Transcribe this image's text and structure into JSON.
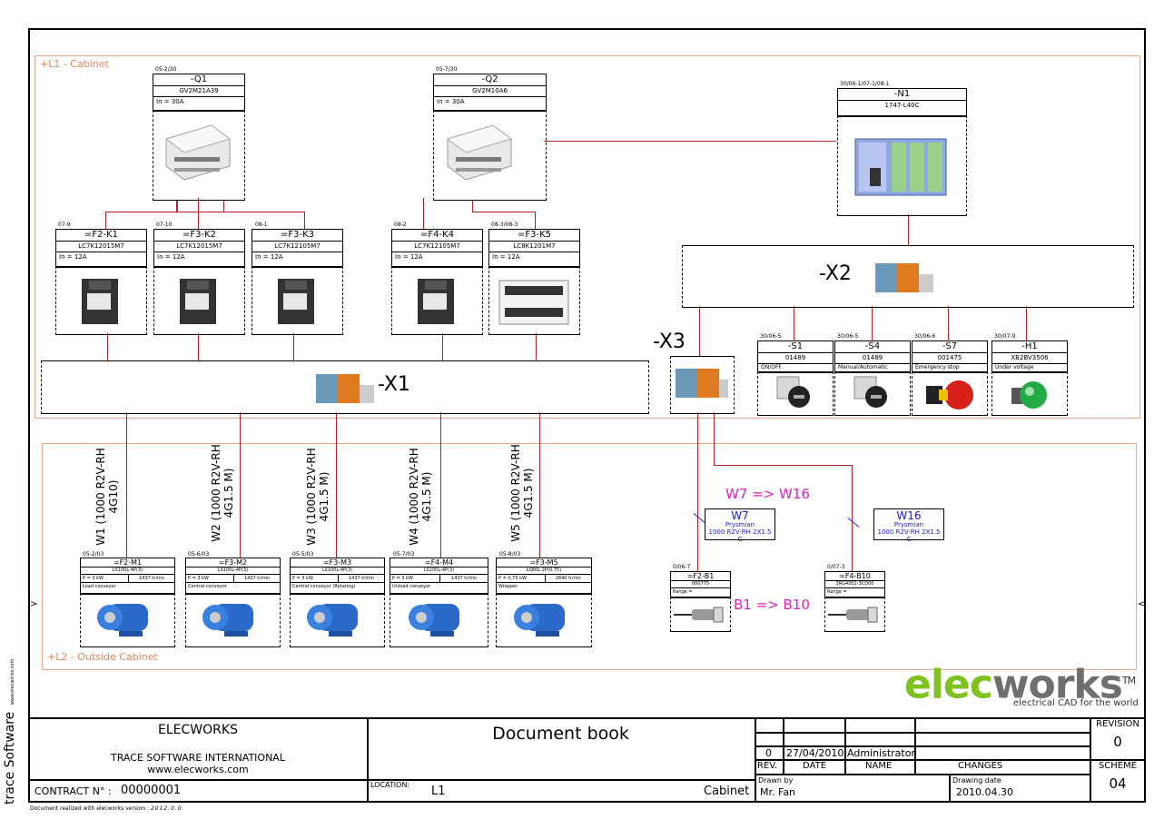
{
  "zones": {
    "cabinet": "+L1 - Cabinet",
    "outside": "+L2 - Outside Cabinet"
  },
  "breakers": [
    {
      "ref": "05-2/30",
      "tag": "-Q1",
      "model": "GV2M21A39",
      "rating": "In = 30A"
    },
    {
      "ref": "05-7/30",
      "tag": "-Q2",
      "model": "GV2M10A6",
      "rating": "In = 30A"
    }
  ],
  "plc": {
    "ref": "30/06-1/07-1/08-1",
    "tag": "-N1",
    "model": "1747-L40C"
  },
  "contactors": [
    {
      "ref": "07-9",
      "tag": "=F2-K1",
      "model": "LC7K12015M7",
      "rating": "In  =  12A"
    },
    {
      "ref": "07-10",
      "tag": "=F3-K2",
      "model": "LC7K12015M7",
      "rating": "In  =  12A"
    },
    {
      "ref": "08-1",
      "tag": "=F3-K3",
      "model": "LC7K12105M7",
      "rating": "In  =  12A"
    },
    {
      "ref": "08-2",
      "tag": "=F4-K4",
      "model": "LC7K12105M7",
      "rating": "In  =  12A"
    },
    {
      "ref": "08-3/08-3",
      "tag": "=F3-K5",
      "model": "LC8K1201M7",
      "rating": "In  =  12A"
    }
  ],
  "terminals": {
    "x1": "-X1",
    "x2": "-X2",
    "x3": "-X3"
  },
  "switches": [
    {
      "ref": "30/06-5",
      "tag": "-S1",
      "model": "01489",
      "desc": "ON/OFF",
      "icon": "selector-switch-icon"
    },
    {
      "ref": "30/06-5",
      "tag": "-S4",
      "model": "01489",
      "desc": "Manual/Automatic",
      "icon": "selector-switch-icon"
    },
    {
      "ref": "30/06-6",
      "tag": "-S7",
      "model": "001475",
      "desc": "Emergency stop",
      "icon": "emergency-stop-icon"
    },
    {
      "ref": "30/07-9",
      "tag": "-H1",
      "model": "XB2BV3506",
      "desc": "Under voltage",
      "icon": "pilot-light-icon"
    }
  ],
  "cables": [
    {
      "line1": "W1 (1000 R2V-RH",
      "line2": "4G10)"
    },
    {
      "line1": "W2 (1000 R2V-RH",
      "line2": "4G1.5 M)"
    },
    {
      "line1": "W3 (1000 R2V-RH",
      "line2": "4G1.5 M)"
    },
    {
      "line1": "W4 (1000 R2V-RH",
      "line2": "4G1.5 M)"
    },
    {
      "line1": "W5 (1000 R2V-RH",
      "line2": "4G1.5 M)"
    }
  ],
  "motors": [
    {
      "ref": "05-2/03",
      "tag": "=F2-M1",
      "model": "LS100L-4P(3)",
      "power": "P =   3 kW",
      "speed": "1437 tr/mn",
      "desc": "Load conveyor"
    },
    {
      "ref": "05-6/03",
      "tag": "=F3-M2",
      "model": "LS100L-4P(3)",
      "power": "P =   3 kW",
      "speed": "1437 tr/mn",
      "desc": "Central conveyor"
    },
    {
      "ref": "05-5/03",
      "tag": "=F3-M3",
      "model": "LS100L-4P(3)",
      "power": "P =   3 kW",
      "speed": "1437 tr/mn",
      "desc": "Central conveyor (Rotating)"
    },
    {
      "ref": "05-7/03",
      "tag": "=F4-M4",
      "model": "LS100L-4P(3)",
      "power": "P =   3 kW",
      "speed": "1437 tr/mn",
      "desc": "Unload conveyor"
    },
    {
      "ref": "05-8/03",
      "tag": "=F3-M5",
      "model": "LS80L-2P(0.75)",
      "power": "P =   0.75 kW",
      "speed": "2840 tr/mn",
      "desc": "Wrapper"
    }
  ],
  "sensor_cables": [
    {
      "tag": "W7",
      "maker": "Prysmian",
      "spec": "1000 R2V-RH 2X1.5 C"
    },
    {
      "tag": "W16",
      "maker": "Prysmian",
      "spec": "1000 R2V-RH 2X1.5 C"
    }
  ],
  "sensors": [
    {
      "ref": "0/06-7",
      "tag": "=F2-B1",
      "model": "000775",
      "range": "Range ="
    },
    {
      "ref": "0/07-3",
      "tag": "=F4-B10",
      "model": "3RG4002-3CD00",
      "range": "Range ="
    }
  ],
  "annotations": {
    "w_map": "W7 => W16",
    "b_map": "B1 => B10"
  },
  "brand": {
    "logo": "elecworks",
    "logo_a": "elec",
    "logo_b": "works",
    "tm": "TM",
    "tagline": "electrical CAD for the world",
    "side_logo": "trace Software",
    "side_small": "www.elecworks.com"
  },
  "title_block": {
    "company": "ELECWORKS",
    "company2": "TRACE SOFTWARE INTERNATIONAL",
    "website": "www.elecworks.com",
    "contract_label": "CONTRACT N° :",
    "contract_no": "00000001",
    "doc_title": "Document book",
    "location_label": "LOCATION:",
    "location_code": "L1",
    "location_name": "Cabinet",
    "rev_no": "0",
    "rev_date": "27/04/2010",
    "rev_name": "Administrator",
    "hdr_rev": "REV.",
    "hdr_date": "DATE",
    "hdr_name": "NAME",
    "hdr_changes": "CHANGES",
    "drawn_label": "Drawn by",
    "drawn_by": "Mr. Fan",
    "date_label": "Drawing date",
    "drawing_date": "2010.04.30",
    "revision_label": "REVISION",
    "revision": "0",
    "scheme_label": "SCHEME",
    "scheme": "04"
  },
  "footer": {
    "note": "Document realized with elecworks version :",
    "version": "2012.0.0"
  },
  "colors": {
    "wire": "#b22222",
    "zone": "#e8a98a",
    "annotation": "#e020c0",
    "green": "#7dc21e",
    "blue": "#1a1ad8"
  }
}
